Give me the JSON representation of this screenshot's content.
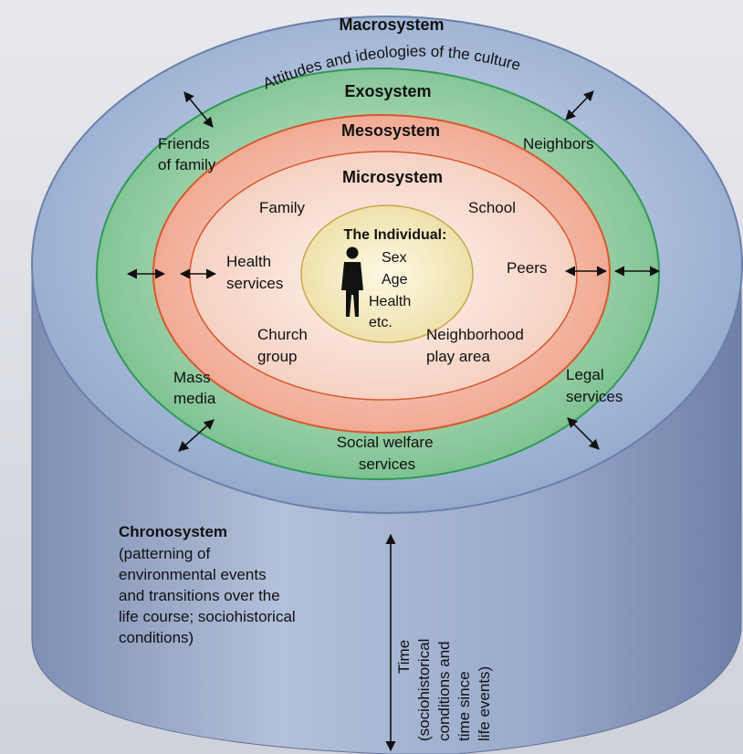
{
  "colors": {
    "cylinder": "#9aa9c7",
    "cylinder_dark": "#7c8cb0",
    "macro_ring": "#9fb4d2",
    "exo_ring": "#8ac79a",
    "meso_ring": "#f0b59f",
    "micro_fill": "#f6d9cc",
    "individual_fill": "#f7f1cf",
    "arrow": "#111111"
  },
  "labels": {
    "macrosystem": "Macrosystem",
    "macro_subtitle": "Attitudes and ideologies of the culture",
    "exosystem": "Exosystem",
    "mesosystem": "Mesosystem",
    "microsystem": "Microsystem",
    "individual_title": "The Individual:",
    "individual_items": [
      "Sex",
      "Age",
      "Health",
      "etc."
    ],
    "friends": [
      "Friends",
      "of family"
    ],
    "neighbors": "Neighbors",
    "family": "Family",
    "school": "School",
    "health_services": [
      "Health",
      "services"
    ],
    "peers": "Peers",
    "church_group": [
      "Church",
      "group"
    ],
    "neighborhood": [
      "Neighborhood",
      "play area"
    ],
    "mass_media": [
      "Mass",
      "media"
    ],
    "legal_services": [
      "Legal",
      "services"
    ],
    "social_welfare": [
      "Social welfare",
      "services"
    ],
    "chronosystem_title": "Chronosystem",
    "chronosystem_desc": [
      "(patterning of",
      "environmental events",
      "and transitions over the",
      "life course; sociohistorical",
      "conditions)"
    ],
    "time_axis": [
      "Time",
      "(sociohistorical",
      "conditions and",
      "time since",
      "life events)"
    ]
  }
}
